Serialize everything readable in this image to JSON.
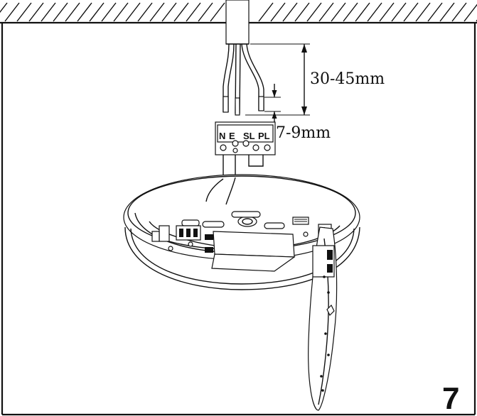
{
  "diagram": {
    "wire_strip_length_label": "30-45mm",
    "conductor_strip_length_label": "7-9mm",
    "terminal_labels": [
      "N",
      "E",
      "SL",
      "PL"
    ],
    "step_number": "7"
  }
}
